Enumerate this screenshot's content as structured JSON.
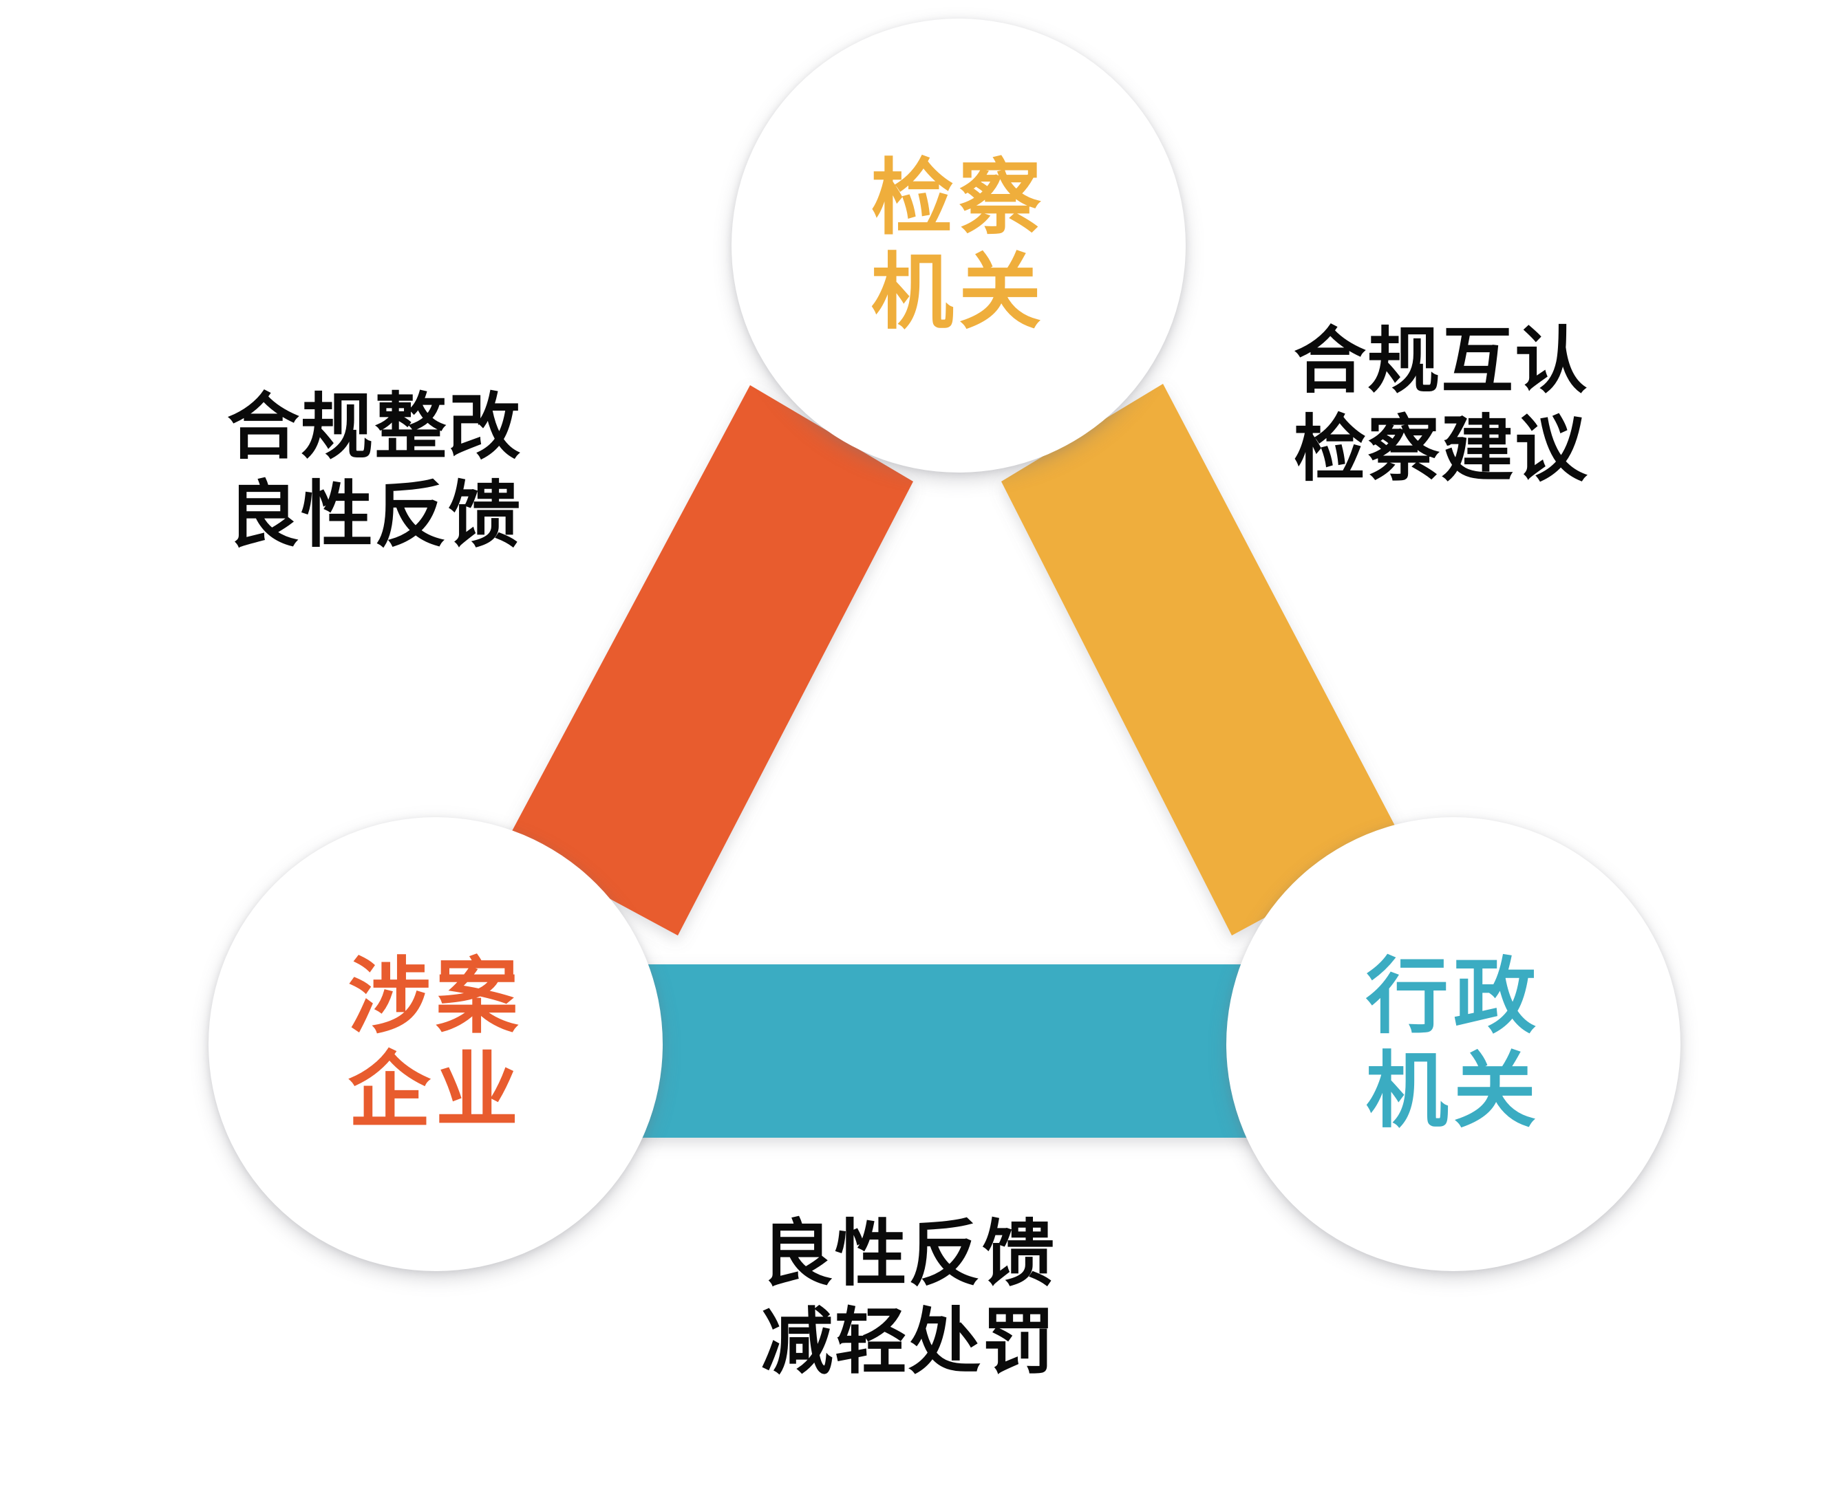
{
  "diagram": {
    "title_semantic": "enterprise-compliance-tripartite-cycle",
    "colors": {
      "prosecutor": "#efae3c",
      "enterprise": "#e85c2e",
      "administrative": "#3bacc2",
      "label_text": "#0a0a0a",
      "background": "#ffffff"
    },
    "nodes": [
      {
        "id": "prosecutor",
        "lines": [
          "检察",
          "机关"
        ],
        "color": "#efae3c"
      },
      {
        "id": "enterprise",
        "lines": [
          "涉案",
          "企业"
        ],
        "color": "#e85c2e"
      },
      {
        "id": "administrative",
        "lines": [
          "行政",
          "机关"
        ],
        "color": "#3bacc2"
      }
    ],
    "edges": [
      {
        "id": "prosecutor-enterprise",
        "from": "prosecutor",
        "to": "enterprise",
        "color": "#e85c2e",
        "label_lines": [
          "合规整改",
          "良性反馈"
        ]
      },
      {
        "id": "prosecutor-administrative",
        "from": "prosecutor",
        "to": "administrative",
        "color": "#efae3c",
        "label_lines": [
          "合规互认",
          "检察建议"
        ]
      },
      {
        "id": "enterprise-administrative",
        "from": "enterprise",
        "to": "administrative",
        "color": "#3bacc2",
        "label_lines": [
          "良性反馈",
          "减轻处罚"
        ]
      }
    ]
  }
}
